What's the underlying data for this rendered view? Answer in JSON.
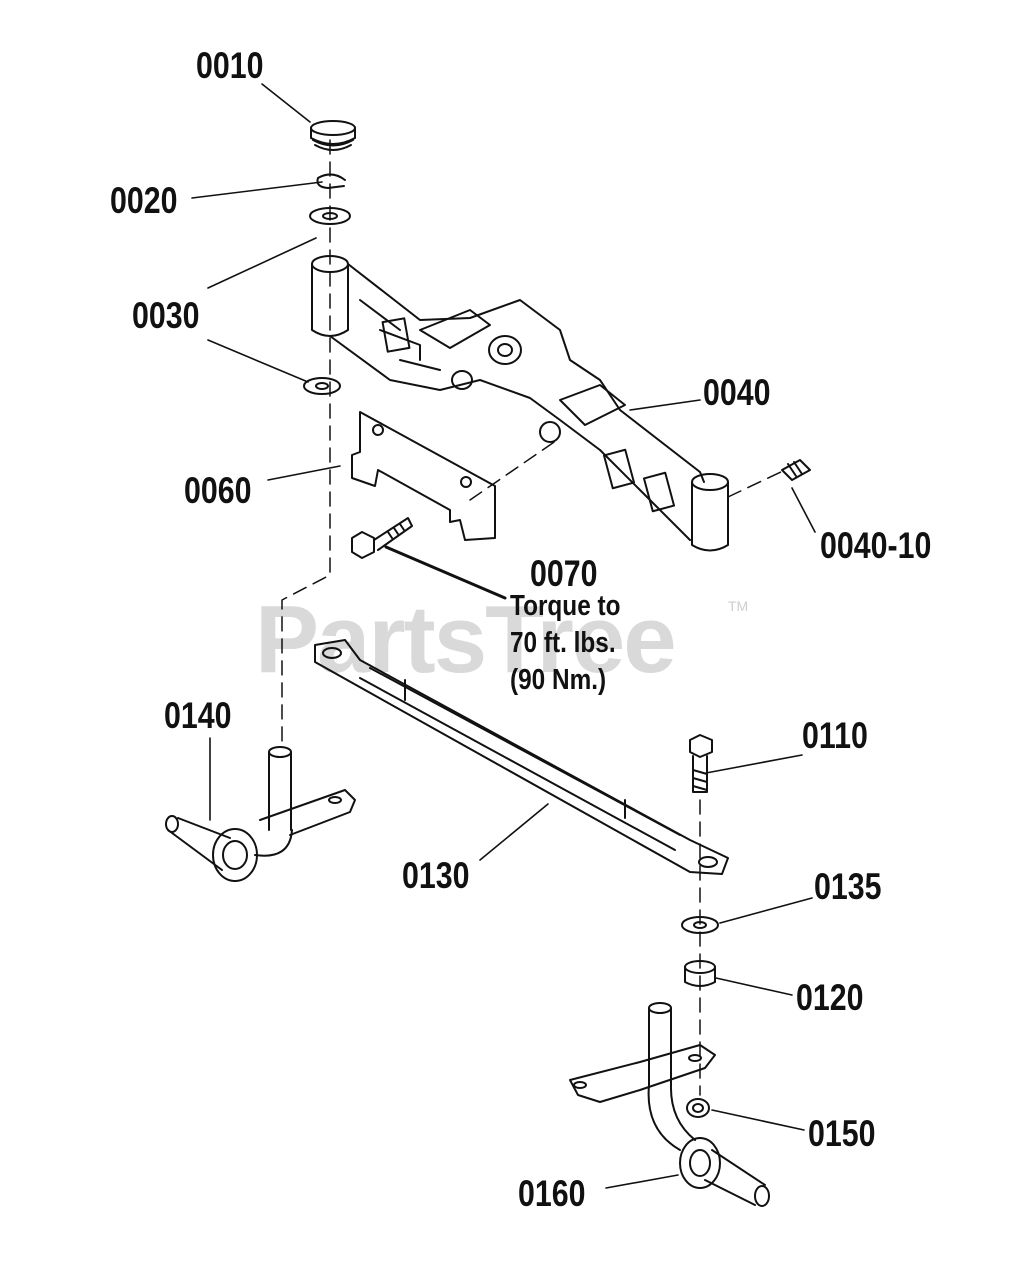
{
  "diagram": {
    "callouts": {
      "c0010": "0010",
      "c0020": "0020",
      "c0030": "0030",
      "c0040": "0040",
      "c0040_10": "0040-10",
      "c0060": "0060",
      "c0070": "0070",
      "c0110": "0110",
      "c0120": "0120",
      "c0130": "0130",
      "c0135": "0135",
      "c0140": "0140",
      "c0150": "0150",
      "c0160": "0160"
    },
    "torque_note": {
      "line1": "Torque to",
      "line2": "70 ft. lbs.",
      "line3": "(90 Nm.)"
    },
    "watermark": {
      "text": "PartsTree",
      "trademark": "TM"
    },
    "colors": {
      "ink": "#111111",
      "watermark": "#d9d9d9",
      "background": "#ffffff"
    }
  }
}
